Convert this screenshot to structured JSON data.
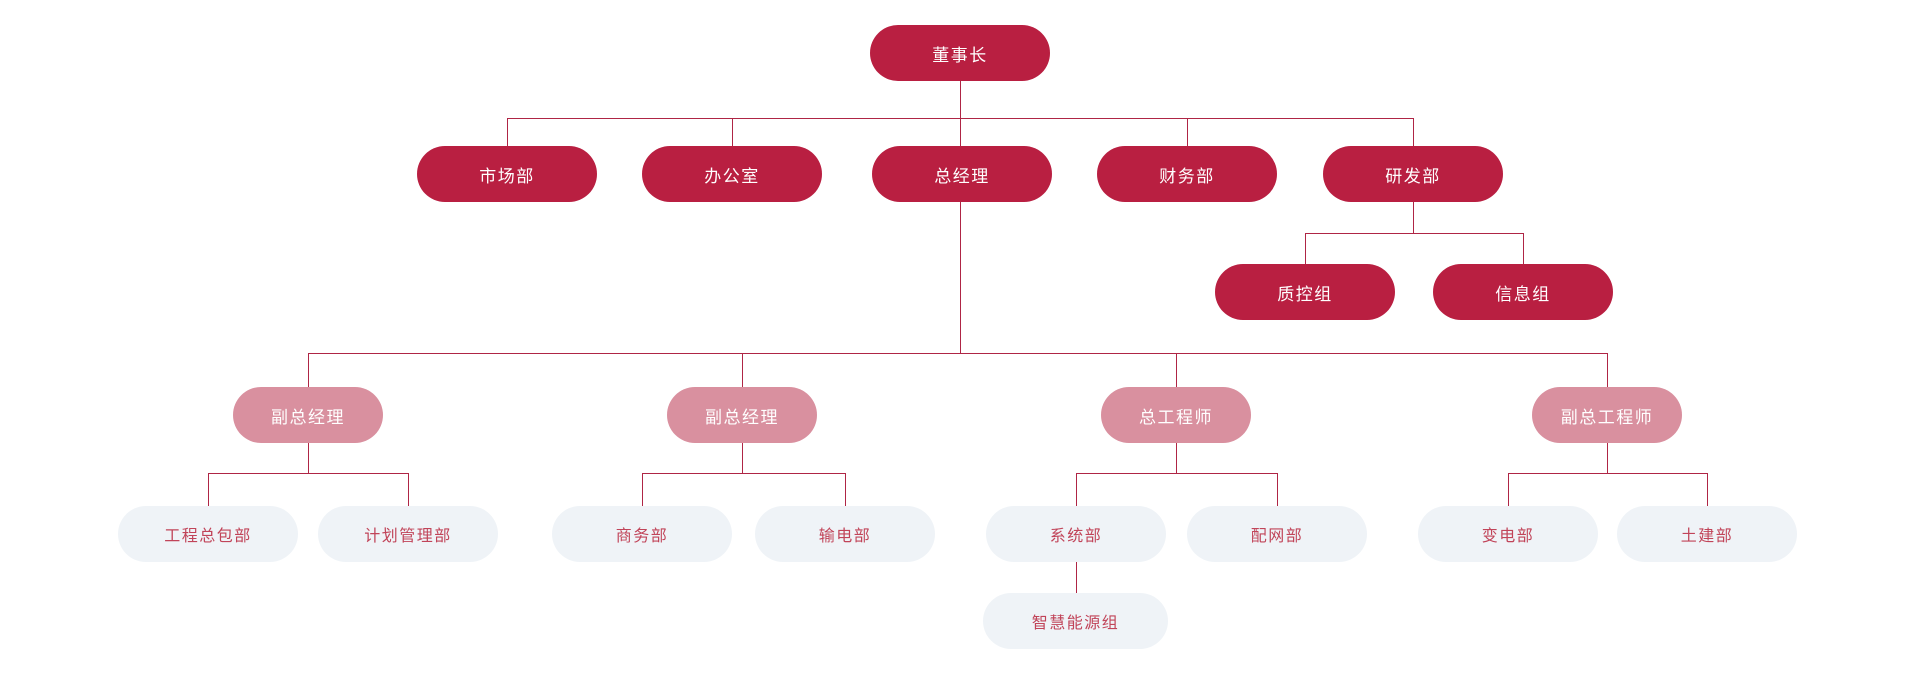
{
  "palette": {
    "background": "#FFFFFF",
    "dark_red": "#B91F41",
    "pink": "#D9909F",
    "light": "#EFF3F7",
    "light_text": "#C14459",
    "line": "#AF2545"
  },
  "diagram_type": "org-chart",
  "tree": {
    "label": "董事长",
    "children": [
      {
        "label": "市场部"
      },
      {
        "label": "办公室"
      },
      {
        "label": "总经理",
        "children": [
          {
            "label": "副总经理",
            "children": [
              {
                "label": "工程总包部"
              },
              {
                "label": "计划管理部"
              }
            ]
          },
          {
            "label": "副总经理",
            "children": [
              {
                "label": "商务部"
              },
              {
                "label": "输电部"
              }
            ]
          },
          {
            "label": "总工程师",
            "children": [
              {
                "label": "系统部",
                "children": [
                  {
                    "label": "智慧能源组"
                  }
                ]
              },
              {
                "label": "配网部"
              }
            ]
          },
          {
            "label": "副总工程师",
            "children": [
              {
                "label": "变电部"
              },
              {
                "label": "土建部"
              }
            ]
          }
        ]
      },
      {
        "label": "财务部"
      },
      {
        "label": "研发部",
        "children": [
          {
            "label": "质控组"
          },
          {
            "label": "信息组"
          }
        ]
      }
    ]
  }
}
